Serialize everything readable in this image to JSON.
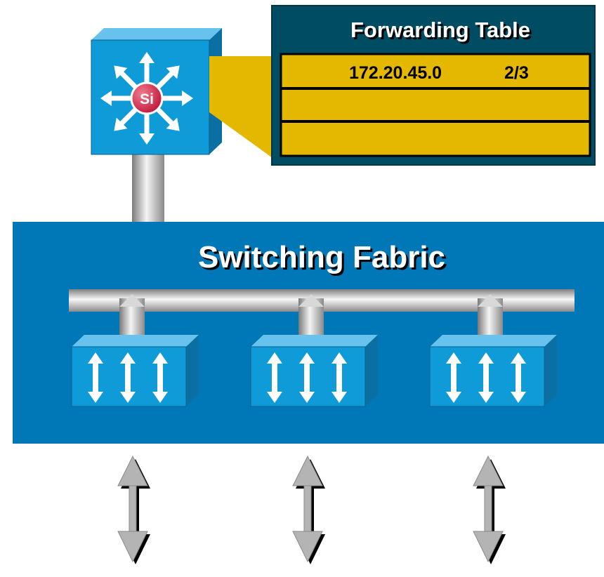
{
  "forwarding_table": {
    "title": "Forwarding Table",
    "rows": [
      {
        "prefix": "172.20.45.0",
        "port": "2/3"
      },
      {
        "prefix": "",
        "port": ""
      },
      {
        "prefix": "",
        "port": ""
      }
    ]
  },
  "router": {
    "label": "Si",
    "icon": "layer3-switch-icon"
  },
  "fabric": {
    "label": "Switching Fabric"
  },
  "line_cards": [
    {
      "icon": "line-card-switch-icon"
    },
    {
      "icon": "line-card-switch-icon"
    },
    {
      "icon": "line-card-switch-icon"
    }
  ],
  "colors": {
    "fabric": "#0077b7",
    "table_bg": "#004c63",
    "table_rows": "#e5b800",
    "switch": "#0f9ad8",
    "si_badge": "#d0223f",
    "arrow": "#b4b4b4"
  }
}
